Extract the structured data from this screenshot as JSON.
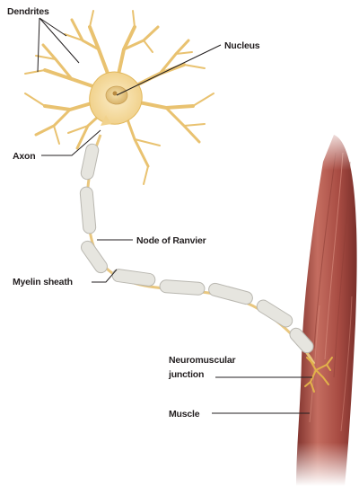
{
  "labels": {
    "dendrites": "Dendrites",
    "nucleus": "Nucleus",
    "axon": "Axon",
    "node_of_ranvier": "Node of Ranvier",
    "myelin_sheath": "Myelin sheath",
    "neuromuscular_junction_line1": "Neuromuscular",
    "neuromuscular_junction_line2": "junction",
    "muscle": "Muscle"
  },
  "colors": {
    "cell_body": "#f3d999",
    "cell_outline": "#d9a94a",
    "nucleus": "#e9c77f",
    "myelin": "#e6e5df",
    "myelin_edge": "#b9b7b0",
    "muscle": "#b85b4f",
    "muscle_dark": "#8a3a33"
  }
}
